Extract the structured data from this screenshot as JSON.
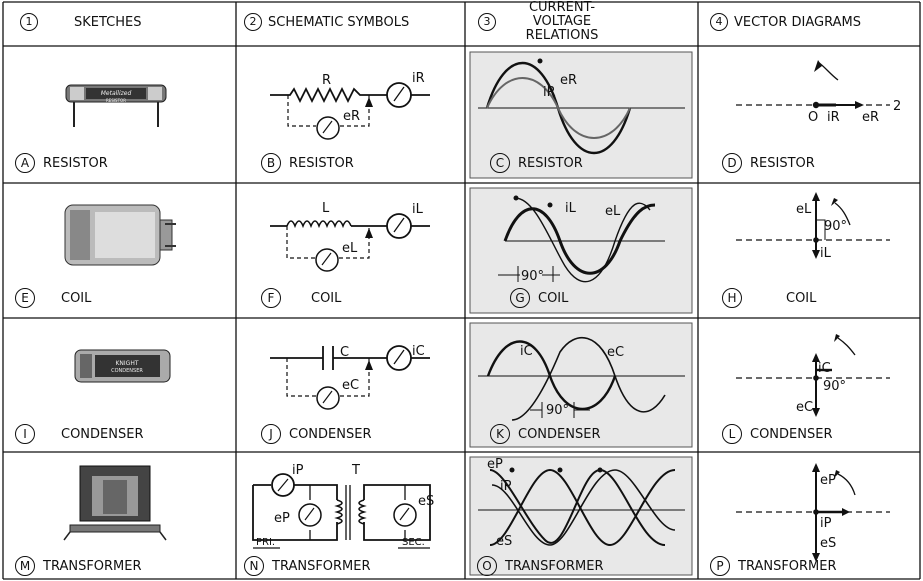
{
  "headers": [
    {
      "num": "1",
      "label": "SKETCHES"
    },
    {
      "num": "2",
      "label": "SCHEMATIC SYMBOLS"
    },
    {
      "num": "3",
      "label": "CURRENT-VOLTAGE RELATIONS"
    },
    {
      "num": "4",
      "label": "VECTOR DIAGRAMS"
    }
  ],
  "rows": [
    {
      "name": "resistor",
      "cells": [
        {
          "letter": "A",
          "label": "RESISTOR"
        },
        {
          "letter": "B",
          "label": "RESISTOR"
        },
        {
          "letter": "C",
          "label": "RESISTOR"
        },
        {
          "letter": "D",
          "label": "RESISTOR"
        }
      ]
    },
    {
      "name": "coil",
      "cells": [
        {
          "letter": "E",
          "label": "COIL"
        },
        {
          "letter": "F",
          "label": "COIL"
        },
        {
          "letter": "G",
          "label": "COIL"
        },
        {
          "letter": "H",
          "label": "COIL"
        }
      ]
    },
    {
      "name": "condenser",
      "cells": [
        {
          "letter": "I",
          "label": "CONDENSER"
        },
        {
          "letter": "J",
          "label": "CONDENSER"
        },
        {
          "letter": "K",
          "label": "CONDENSER"
        },
        {
          "letter": "L",
          "label": "CONDENSER"
        }
      ]
    },
    {
      "name": "transformer",
      "cells": [
        {
          "letter": "M",
          "label": "TRANSFORMER"
        },
        {
          "letter": "N",
          "label": "TRANSFORMER"
        },
        {
          "letter": "O",
          "label": "TRANSFORMER"
        },
        {
          "letter": "P",
          "label": "TRANSFORMER"
        }
      ]
    }
  ],
  "symbols": {
    "resistor_R": "R",
    "resistor_iR": "iR",
    "resistor_eR": "eR",
    "coil_L": "L",
    "coil_iL": "iL",
    "coil_eL": "eL",
    "cond_C": "C",
    "cond_iC": "iC",
    "cond_eC": "eC",
    "xf_T": "T",
    "xf_iP": "iP",
    "xf_eP": "eP",
    "xf_eS": "eS",
    "xf_pri": "PRI.",
    "xf_sec": "SEC."
  },
  "waves": {
    "c_iR": "iR",
    "c_eR": "eR",
    "g_iL": "iL",
    "g_eL": "eL",
    "g_90": "90°",
    "k_iC": "iC",
    "k_eC": "eC",
    "k_90": "90°",
    "o_eP": "eP",
    "o_iP": "iP",
    "o_eS": "eS"
  },
  "vectors": {
    "d_O": "O",
    "d_iR": "iR",
    "d_eR": "eR",
    "d_2": "2",
    "h_eL": "eL",
    "h_90": "90°",
    "h_iL": "iL",
    "l_iC": "iC",
    "l_90": "90°",
    "l_eC": "eC",
    "p_eP": "eP",
    "p_iP": "iP",
    "p_eS": "eS"
  },
  "sketch_prints": {
    "resistor_brand": "Metallized",
    "resistor_word": "RESISTOR",
    "cond_brand": "KNIGHT",
    "cond_word": "CONDENSER"
  }
}
